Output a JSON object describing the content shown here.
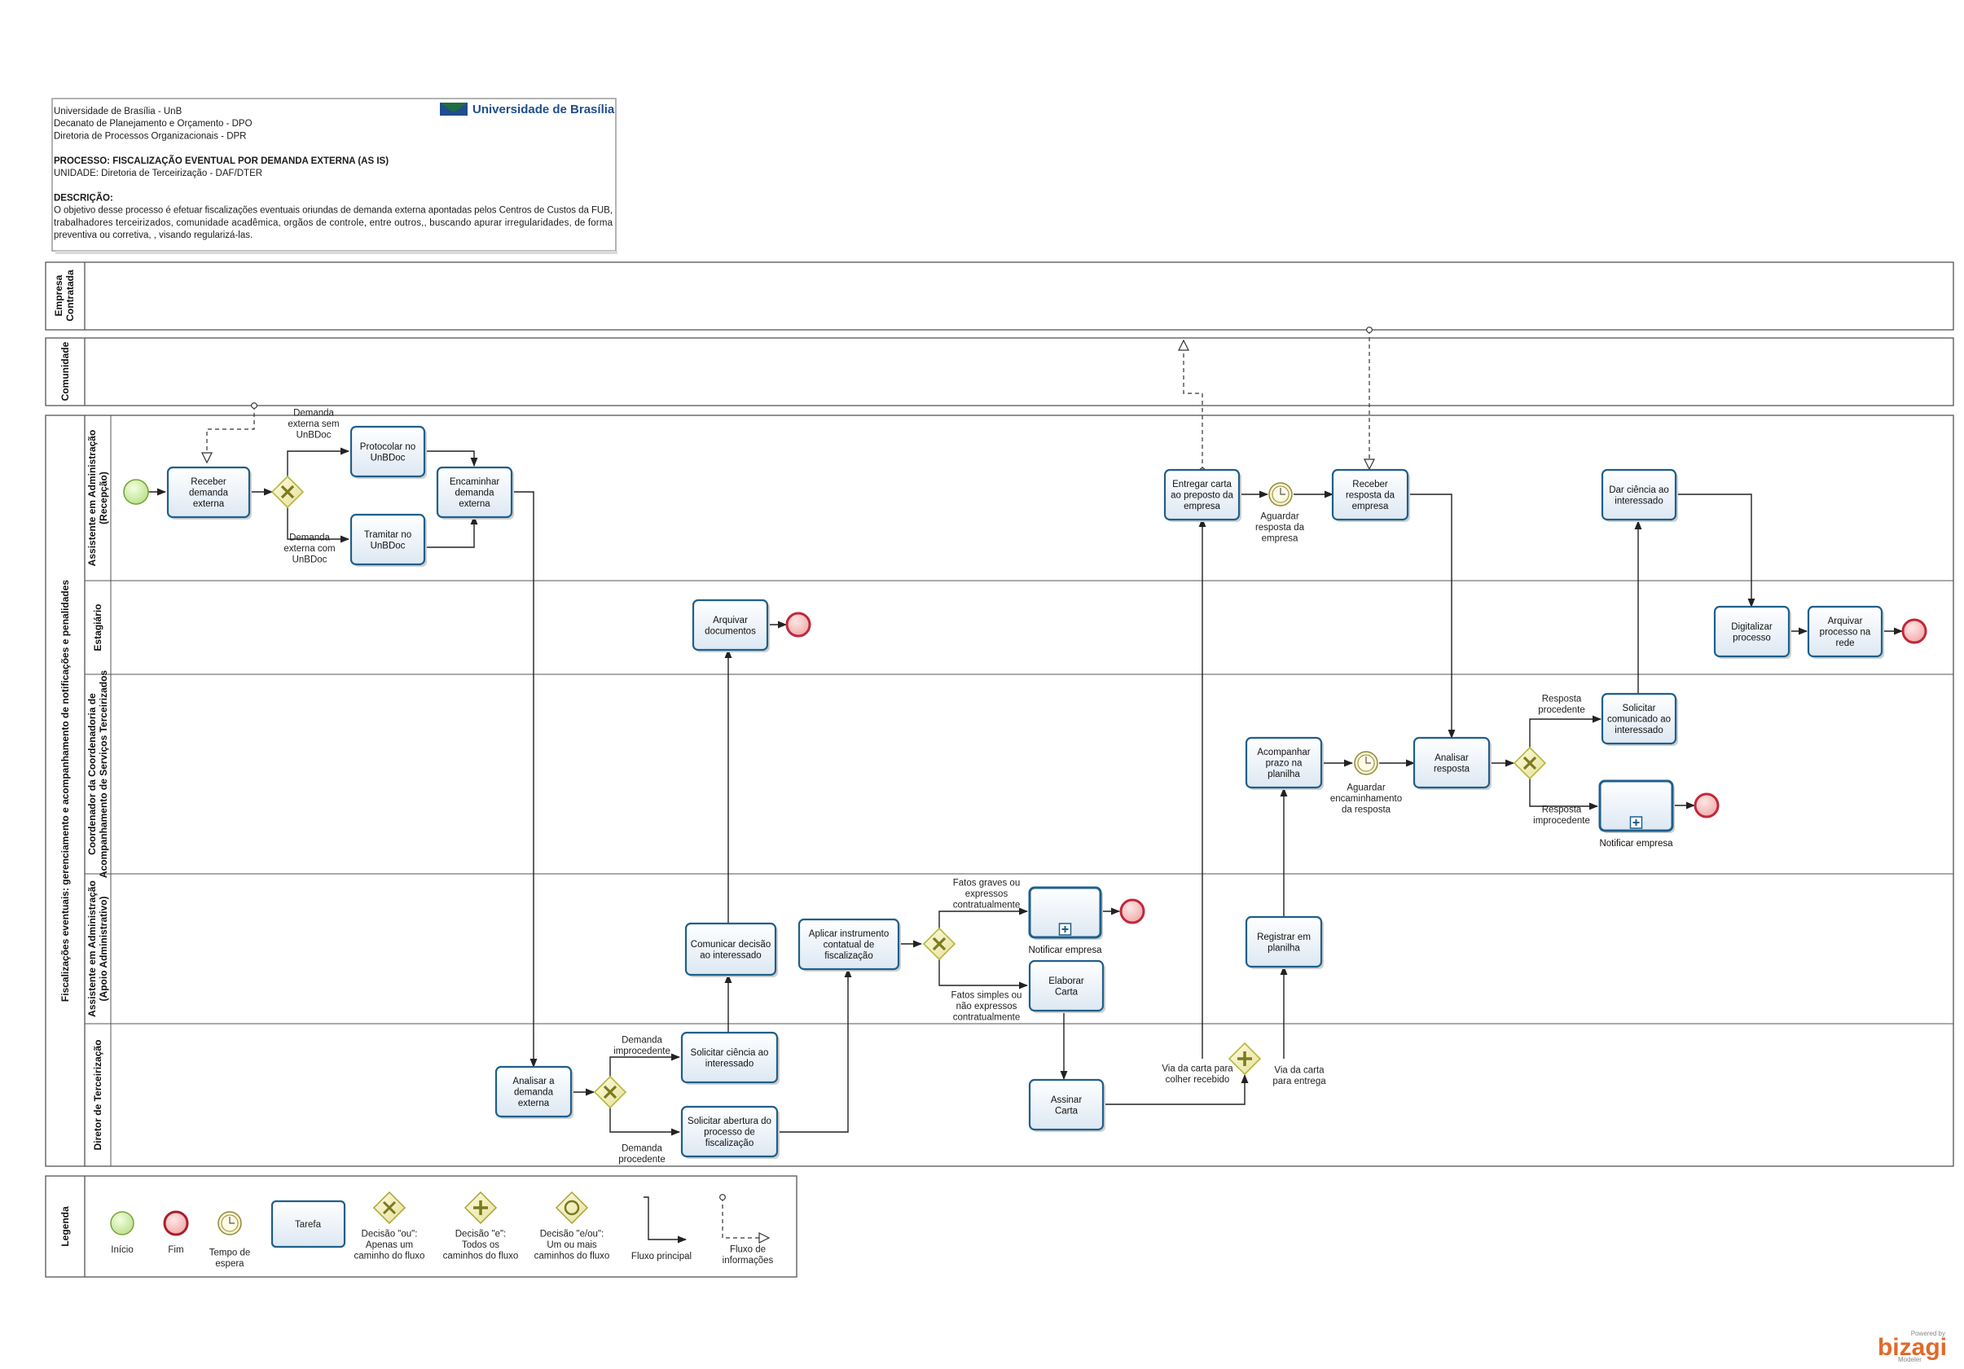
{
  "header": {
    "lines": [
      "Universidade de Brasília - UnB",
      "Decanato de Planejamento e Orçamento - DPO",
      "Diretoria de Processos Organizacionais - DPR",
      "",
      "PROCESSO: FISCALIZAÇÃO EVENTUAL POR DEMANDA EXTERNA (AS IS)",
      "UNIDADE: Diretoria de Terceirização - DAF/DTER",
      "",
      "DESCRIÇÃO:",
      "O objetivo desse processo é efetuar fiscalizações eventuais oriundas de demanda externa apontadas pelos Centros de Custos da FUB,",
      "trabalhadores terceirizados, comunidade acadêmica, orgãos de controle, entre outros,, buscando apurar irregularidades, de forma",
      "preventiva ou corretiva, , visando regularizá-las."
    ],
    "brand": "Universidade de Brasília"
  },
  "pools": {
    "empresa": "Empresa Contratada",
    "comunidade": "Comunidade",
    "main": "Fiscalizações eventuais: gerenciamento e acompanhamento de notificações e penalidades",
    "legenda": "Legenda"
  },
  "lanes": [
    [
      "Assistente em Administração",
      "(Recepção)"
    ],
    [
      "Estagiário"
    ],
    [
      "Coordenador da Coordenadoria de",
      "Acompanhamento de Serviços Terceirizados"
    ],
    [
      "Assistente em Administração",
      "(Apoio Administrativo)"
    ],
    [
      "Diretor de Terceirização"
    ]
  ],
  "tasks": {
    "t1": [
      "Receber",
      "demanda",
      "externa"
    ],
    "t2": [
      "Protocolar no",
      "UnBDoc"
    ],
    "t3": [
      "Tramitar no",
      "UnBDoc"
    ],
    "t4": [
      "Encaminhar",
      "demanda",
      "externa"
    ],
    "t5": [
      "Analisar a",
      "demanda",
      "externa"
    ],
    "t6": [
      "Solicitar ciência ao",
      "interessado"
    ],
    "t7": [
      "Solicitar abertura do",
      "processo de",
      "fiscalização"
    ],
    "t8": [
      "Comunicar decisão",
      "ao interessado"
    ],
    "t9": [
      "Arquivar",
      "documentos"
    ],
    "t10": [
      "Aplicar instrumento",
      "contatual de",
      "fiscalização"
    ],
    "t11": [
      "Elaborar",
      "Carta"
    ],
    "t12": [
      "Assinar",
      "Carta"
    ],
    "t13": [
      "Registrar em",
      "planilha"
    ],
    "t14": [
      "Acompanhar",
      "prazo na",
      "planilha"
    ],
    "t15": [
      "Entregar carta",
      "ao preposto da",
      "empresa"
    ],
    "t16": [
      "Receber",
      "resposta da",
      "empresa"
    ],
    "t17": [
      "Analisar",
      "resposta"
    ],
    "t18": [
      "Solicitar",
      "comunicado ao",
      "interessado"
    ],
    "t19": [
      "Dar ciência ao",
      "interessado"
    ],
    "t20": [
      "Digitalizar",
      "processo"
    ],
    "t21": [
      "Arquivar",
      "processo na",
      "rede"
    ]
  },
  "subprocess_labels": {
    "s1": "Notificar empresa",
    "s2": "Notificar empresa"
  },
  "flow_labels": {
    "f1": [
      "Demanda",
      "externa sem",
      "UnBDoc"
    ],
    "f2": [
      "Demanda",
      "externa com",
      "UnBDoc"
    ],
    "f3": [
      "Demanda",
      "improcedente"
    ],
    "f4": [
      "Demanda",
      "procedente"
    ],
    "f5": [
      "Fatos graves  ou",
      "expressos",
      "contratualmente"
    ],
    "f6": [
      "Fatos simples ou",
      "não expressos",
      "contratualmente"
    ],
    "f7": [
      "Via da carta para",
      "colher recebido"
    ],
    "f8": [
      "Via da carta",
      "para entrega"
    ],
    "f9": [
      "Resposta",
      "procedente"
    ],
    "f10": [
      "Resposta",
      "improcedente"
    ],
    "w1": [
      "Aguardar",
      "resposta da",
      "empresa"
    ],
    "w2": [
      "Aguardar",
      "encaminhamento",
      "da resposta"
    ]
  },
  "legend": {
    "inicio": "Início",
    "fim": "Fim",
    "tempo": [
      "Tempo de",
      "espera"
    ],
    "tarefa": "Tarefa",
    "ou": [
      "Decisão \"ou\":",
      "Apenas um",
      "caminho do fluxo"
    ],
    "e": [
      "Decisão \"e\":",
      "Todos os",
      "caminhos do fluxo"
    ],
    "eou": [
      "Decisão \"e/ou\":",
      "Um ou mais",
      "caminhos do fluxo"
    ],
    "fluxo": "Fluxo principal",
    "info": [
      "Fluxo de",
      "informações"
    ]
  },
  "footer": {
    "powered": "Powered by",
    "brand": "bizagi",
    "product": "Modeler"
  },
  "colors": {
    "task_border": "#1f5f8b",
    "gateway": "#b5b83a",
    "start": "#d9f0b0",
    "end": "#c0283a"
  }
}
